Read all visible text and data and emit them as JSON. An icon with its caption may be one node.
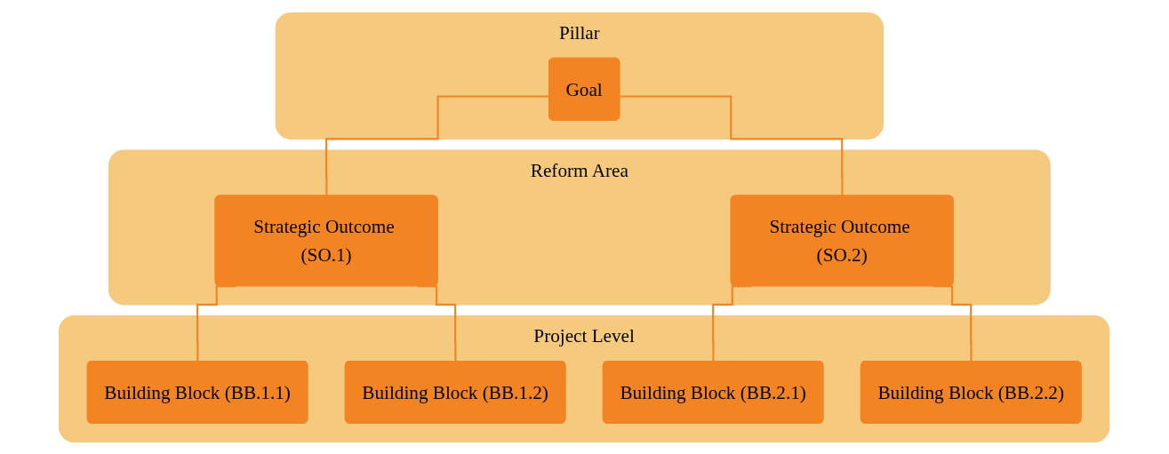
{
  "diagram": {
    "nodes": [
      {
        "text": [
          "Pillar"
        ]
      },
      {
        "text": [
          "Goal"
        ],
        "in": 0
      },
      {
        "text": [
          "Reform Area"
        ]
      },
      {
        "text": [
          "Strategic Outcome (SO.1)"
        ],
        "in": 2
      },
      {
        "text": [
          "Strategic Outcome (SO.2)"
        ],
        "in": 2
      },
      {
        "text": [
          "Project Level"
        ]
      },
      {
        "text": [
          "Building Block (BB.1.1)"
        ],
        "in": 5
      },
      {
        "text": [
          "Building Block (BB.1.2)"
        ],
        "in": 5
      },
      {
        "text": [
          "Building Block (BB.2.1)"
        ],
        "in": 5
      },
      {
        "text": [
          "Building Block (BB.2.2)"
        ],
        "in": 5
      }
    ],
    "edges": [
      {
        "from": 1,
        "to": 3,
        "arrow": "none"
      },
      {
        "from": 1,
        "to": 4,
        "arrow": "none"
      },
      {
        "from": 3,
        "to": 6,
        "arrow": "none"
      },
      {
        "from": 3,
        "to": 7,
        "arrow": "none"
      },
      {
        "from": 4,
        "to": 8,
        "arrow": "none"
      },
      {
        "from": 4,
        "to": 9,
        "arrow": "none"
      }
    ]
  }
}
